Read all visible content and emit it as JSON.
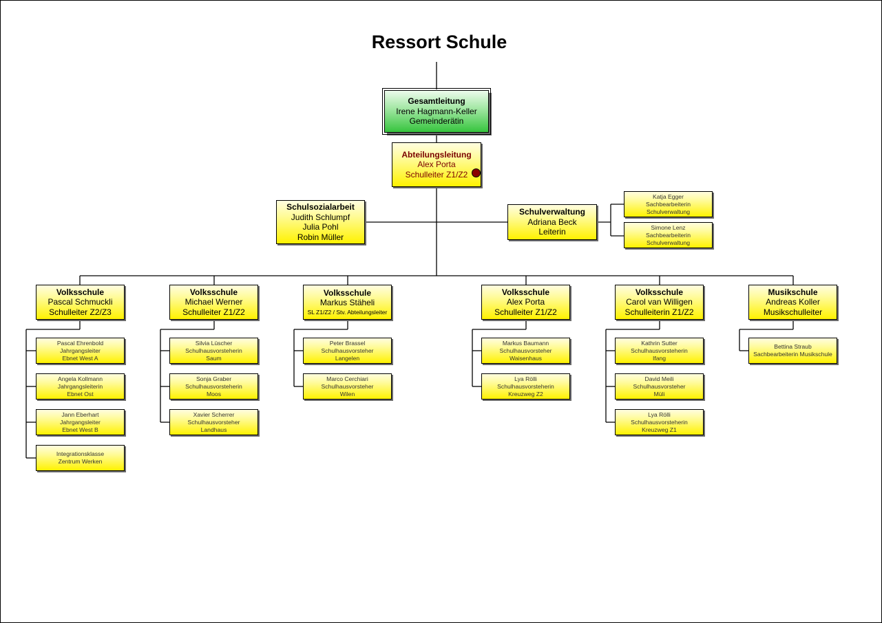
{
  "title": "Ressort Schule",
  "gesamtleitung": {
    "title": "Gesamtleitung",
    "name": "Irene Hagmann-Keller",
    "role": "Gemeinderätin"
  },
  "abteilungsleitung": {
    "title": "Abteilungsleitung",
    "name": "Alex Porta",
    "role": "Schulleiter Z1/Z2"
  },
  "schulsozialarbeit": {
    "title": "Schulsozialarbeit",
    "lines": [
      "Judith Schlumpf",
      "Julia Pohl",
      "Robin Müller"
    ]
  },
  "schulverwaltung": {
    "title": "Schulverwaltung",
    "name": "Adriana Beck",
    "role": "Leiterin",
    "staff": [
      {
        "name": "Katja Egger",
        "role": "Sachbearbeiterin",
        "unit": "Schulverwaltung"
      },
      {
        "name": "Simone Lenz",
        "role": "Sachbearbeiterin",
        "unit": "Schulverwaltung"
      }
    ]
  },
  "units": [
    {
      "title": "Volksschule",
      "name": "Pascal Schmuckli",
      "role": "Schulleiter Z2/Z3",
      "subs": [
        [
          "Pascal Ehrenbold",
          "Jahrgangsleiter",
          "Ebnet West A"
        ],
        [
          "Angela Kollmann",
          "Jahrgangsleiterin",
          "Ebnet Ost"
        ],
        [
          "Jann Eberhart",
          "Jahrgangsleiter",
          "Ebnet West B"
        ],
        [
          "Integrationsklasse",
          "Zentrum Werken"
        ]
      ]
    },
    {
      "title": "Volksschule",
      "name": "Michael Werner",
      "role": "Schulleiter Z1/Z2",
      "subs": [
        [
          "Silvia Lüscher",
          "Schulhausvorsteherin",
          "Saum"
        ],
        [
          "Sonja Graber",
          "Schulhausvorsteherin",
          "Moos"
        ],
        [
          "Xavier Scherrer",
          "Schulhausvorsteher",
          "Landhaus"
        ]
      ]
    },
    {
      "title": "Volksschule",
      "name": "Markus Stäheli",
      "role": "SL Z1/Z2 / Stv. Abteilungsleiter",
      "subs": [
        [
          "Peter Brassel",
          "Schulhausvorsteher",
          "Langelen"
        ],
        [
          "Marco Cerchiari",
          "Schulhausvorsteher",
          "Wilen"
        ]
      ]
    },
    {
      "title": "Volksschule",
      "name": "Alex Porta",
      "role": "Schulleiter Z1/Z2",
      "subs": [
        [
          "Markus Baumann",
          "Schulhausvorsteher",
          "Waisenhaus"
        ],
        [
          "Lya Rölli",
          "Schulhausvorsteherin",
          "Kreuzweg Z2"
        ]
      ]
    },
    {
      "title": "Volksschule",
      "name": "Carol van Willigen",
      "role": "Schulleiterin Z1/Z2",
      "subs": [
        [
          "Kathrin Sutter",
          "Schulhausvorsteherin",
          "Ifang"
        ],
        [
          "David Meili",
          "Schulhausvorsteher",
          "Müli"
        ],
        [
          "Lya Rölli",
          "Schulhausvorsteherin",
          "Kreuzweg Z1"
        ]
      ]
    },
    {
      "title": "Musikschule",
      "name": "Andreas Koller",
      "role": "Musikschulleiter",
      "subs": [
        [
          "Bettina Straub",
          "Sachbearbeiterin Musikschule"
        ]
      ]
    }
  ]
}
